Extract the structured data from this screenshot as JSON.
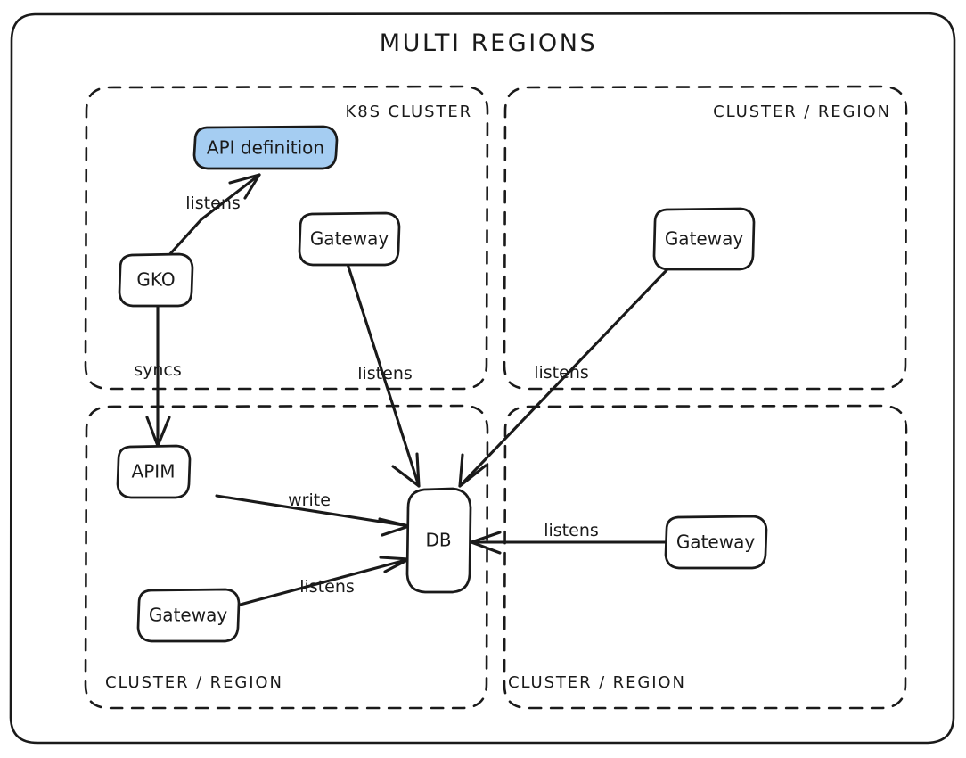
{
  "diagram": {
    "title": "MULTI REGIONS",
    "accent_color": "#a5cdf2",
    "stroke_color": "#1a1a1a",
    "background_color": "#ffffff",
    "clusters": [
      {
        "id": "k8s-cluster",
        "label": "K8S CLUSTER",
        "label_align": "right"
      },
      {
        "id": "cluster-top-right",
        "label": "CLUSTER / REGION",
        "label_align": "right"
      },
      {
        "id": "cluster-bottom-left",
        "label": "CLUSTER / REGION",
        "label_align": "left"
      },
      {
        "id": "cluster-bottom-right",
        "label": "CLUSTER / REGION",
        "label_align": "left"
      }
    ],
    "nodes": [
      {
        "id": "api-definition",
        "label": "API definition",
        "cluster": "k8s-cluster",
        "highlighted": true
      },
      {
        "id": "gko",
        "label": "GKO",
        "cluster": "k8s-cluster",
        "highlighted": false
      },
      {
        "id": "gateway-k8s",
        "label": "Gateway",
        "cluster": "k8s-cluster",
        "highlighted": false
      },
      {
        "id": "gateway-top-right",
        "label": "Gateway",
        "cluster": "cluster-top-right",
        "highlighted": false
      },
      {
        "id": "apim",
        "label": "APIM",
        "cluster": "cluster-bottom-left",
        "highlighted": false
      },
      {
        "id": "gateway-bottom-left",
        "label": "Gateway",
        "cluster": "cluster-bottom-left",
        "highlighted": false
      },
      {
        "id": "db",
        "label": "DB",
        "cluster": "cluster-bottom-left",
        "highlighted": false
      },
      {
        "id": "gateway-bottom-right",
        "label": "Gateway",
        "cluster": "cluster-bottom-right",
        "highlighted": false
      }
    ],
    "edges": [
      {
        "id": "edge-gko-listens-api",
        "from": "gko",
        "to": "api-definition",
        "label": "listens"
      },
      {
        "id": "edge-gko-syncs-apim",
        "from": "gko",
        "to": "apim",
        "label": "syncs"
      },
      {
        "id": "edge-gw-k8s-db",
        "from": "gateway-k8s",
        "to": "db",
        "label": "listens"
      },
      {
        "id": "edge-gw-topright-db",
        "from": "gateway-top-right",
        "to": "db",
        "label": "listens"
      },
      {
        "id": "edge-apim-write-db",
        "from": "apim",
        "to": "db",
        "label": "write"
      },
      {
        "id": "edge-gw-bottomleft-db",
        "from": "gateway-bottom-left",
        "to": "db",
        "label": "listens"
      },
      {
        "id": "edge-gw-bottomright-db",
        "from": "gateway-bottom-right",
        "to": "db",
        "label": "listens"
      }
    ]
  }
}
